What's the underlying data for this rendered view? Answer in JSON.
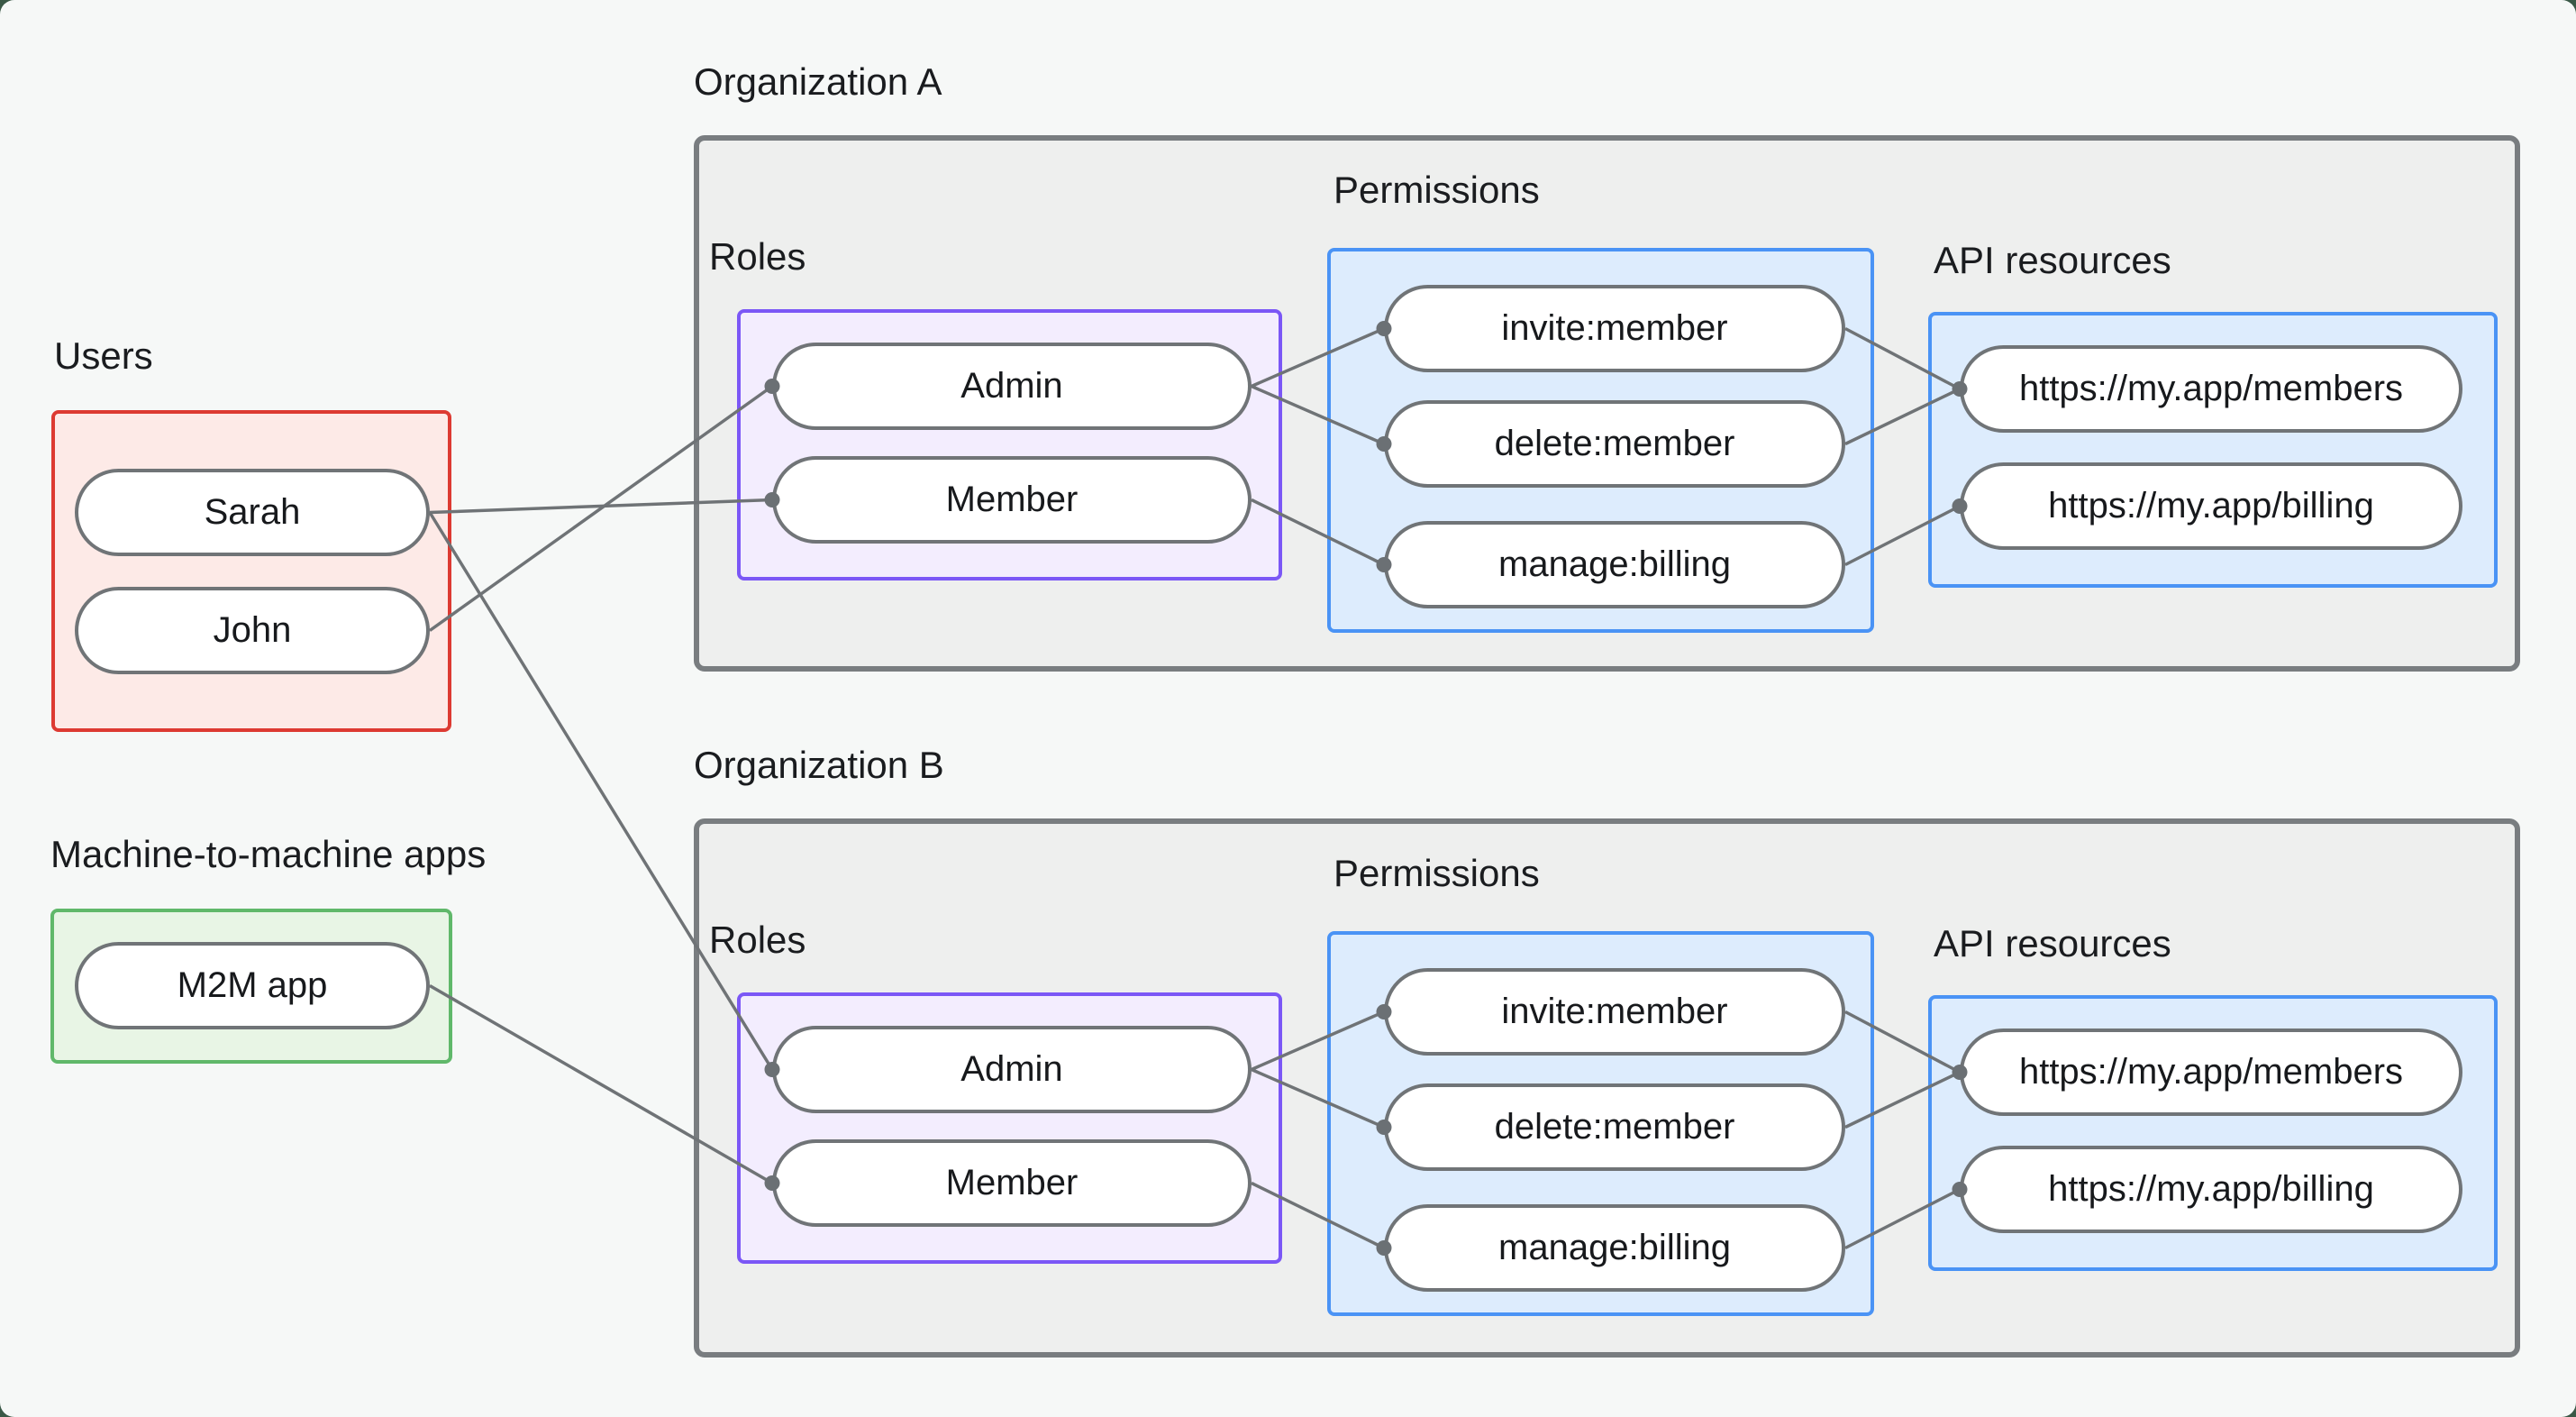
{
  "canvas": {
    "background": "#f6f8f7",
    "page_background": "#3a5846"
  },
  "users_section": {
    "label": "Users",
    "items": [
      {
        "label": "Sarah"
      },
      {
        "label": "John"
      }
    ],
    "border_color": "#dd3a32",
    "fill_color": "#fdeae7"
  },
  "m2m_section": {
    "label": "Machine-to-machine apps",
    "items": [
      {
        "label": "M2M app"
      }
    ],
    "border_color": "#60b86a",
    "fill_color": "#e8f5e5"
  },
  "organizations": [
    {
      "title": "Organization A",
      "roles_label": "Roles",
      "permissions_label": "Permissions",
      "api_label": "API resources",
      "roles": [
        "Admin",
        "Member"
      ],
      "permissions": [
        "invite:member",
        "delete:member",
        "manage:billing"
      ],
      "api_resources": [
        "https://my.app/members",
        "https://my.app/billing"
      ]
    },
    {
      "title": "Organization B",
      "roles_label": "Roles",
      "permissions_label": "Permissions",
      "api_label": "API resources",
      "roles": [
        "Admin",
        "Member"
      ],
      "permissions": [
        "invite:member",
        "delete:member",
        "manage:billing"
      ],
      "api_resources": [
        "https://my.app/members",
        "https://my.app/billing"
      ]
    }
  ],
  "colors": {
    "org_box_fill": "#eeefee",
    "org_box_border": "#797d80",
    "roles_box_border": "#7b57f6",
    "roles_box_fill": "#f3edfe",
    "permissions_box_border": "#4a93f5",
    "permissions_box_fill": "#ddecfd",
    "pill_border": "#707477",
    "edge_line": "#6f7376",
    "edge_dot": "#6b7074",
    "text": "#1a1c1f"
  },
  "connections": [
    "Sarah -> Organization A / Member",
    "John -> Organization A / Admin",
    "Sarah -> Organization B / Admin",
    "M2M app -> Organization B / Member",
    "Org A: Admin -> invite:member",
    "Org A: Admin -> delete:member",
    "Org A: Member -> manage:billing",
    "Org A: invite:member -> https://my.app/members",
    "Org A: delete:member -> https://my.app/members",
    "Org A: manage:billing -> https://my.app/billing",
    "Org B: Admin -> invite:member",
    "Org B: Admin -> delete:member",
    "Org B: Member -> manage:billing",
    "Org B: invite:member -> https://my.app/members",
    "Org B: delete:member -> https://my.app/members",
    "Org B: manage:billing -> https://my.app/billing"
  ]
}
